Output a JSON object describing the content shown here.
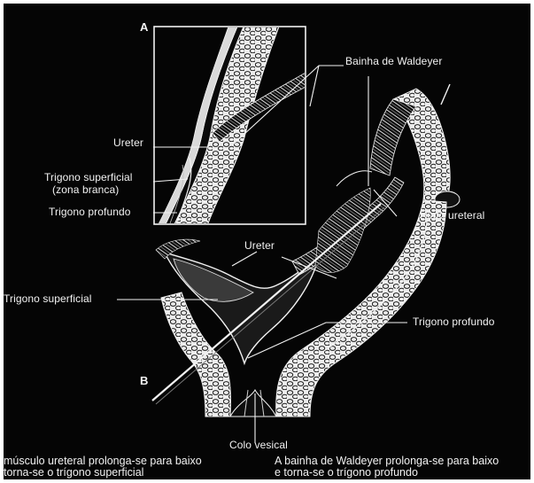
{
  "figure": {
    "colors": {
      "background": "#050505",
      "ink": "#f2f2f2"
    },
    "inset": {
      "letter": "A",
      "labels": {
        "ureter": "Ureter",
        "trigono_superficial": "Trigono superficial",
        "zona_branca": "(zona branca)",
        "trigono_profundo": "Trigono profundo"
      }
    },
    "main": {
      "letter": "B",
      "labels": {
        "bainha_waldeyer": "Bainha de Waldeyer",
        "hiato_ureteral": "Hiato ureteral",
        "ureter": "Ureter",
        "trigono_superficial": "Trigono superficial",
        "trigono_profundo": "Trigono profundo",
        "colo_vesical": "Colo vesical"
      }
    },
    "captions": {
      "left_line1": "músculo ureteral prolonga-se para baixo",
      "left_line2": "torna-se o trígono superficial",
      "right_line1": "A bainha de Waldeyer prolonga-se para baixo",
      "right_line2": "e torna-se o trígono profundo"
    }
  }
}
